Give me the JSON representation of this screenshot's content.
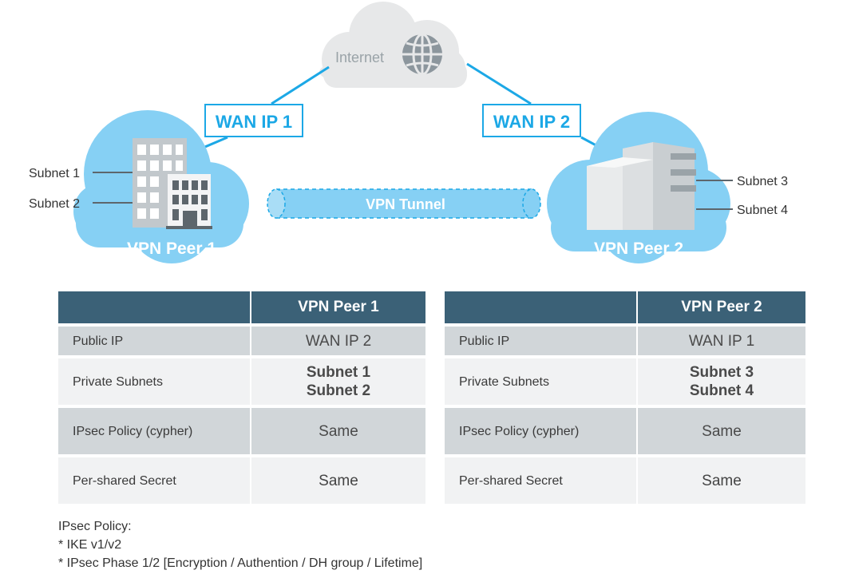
{
  "diagram": {
    "internet_label": "Internet",
    "wan_ip_1": "WAN IP 1",
    "wan_ip_2": "WAN IP 2",
    "vpn_tunnel": "VPN Tunnel",
    "peer1": {
      "label": "VPN Peer 1",
      "subnets": [
        "Subnet 1",
        "Subnet 2"
      ]
    },
    "peer2": {
      "label": "VPN Peer 2",
      "subnets": [
        "Subnet 3",
        "Subnet 4"
      ]
    }
  },
  "tables": [
    {
      "header": "VPN Peer 1",
      "rows": [
        {
          "label": "Public IP",
          "value": "WAN IP 2"
        },
        {
          "label": "Private Subnets",
          "value": [
            "Subnet 1",
            "Subnet 2"
          ]
        },
        {
          "label": "IPsec Policy (cypher)",
          "value": "Same"
        },
        {
          "label": "Per-shared Secret",
          "value": "Same"
        }
      ]
    },
    {
      "header": "VPN Peer 2",
      "rows": [
        {
          "label": "Public IP",
          "value": "WAN IP 1"
        },
        {
          "label": "Private Subnets",
          "value": [
            "Subnet 3",
            "Subnet 4"
          ]
        },
        {
          "label": "IPsec Policy (cypher)",
          "value": "Same"
        },
        {
          "label": "Per-shared Secret",
          "value": "Same"
        }
      ]
    }
  ],
  "notes": {
    "title": "IPsec Policy:",
    "lines": [
      "* IKE v1/v2",
      "* IPsec Phase 1/2 [Encryption / Authention / DH group / Lifetime]"
    ]
  },
  "colors": {
    "cloud_blue": "#86d0f4",
    "accent_blue": "#1ca8e6",
    "internet_cloud": "#e7e8e9",
    "header_bg": "#3b6177"
  }
}
